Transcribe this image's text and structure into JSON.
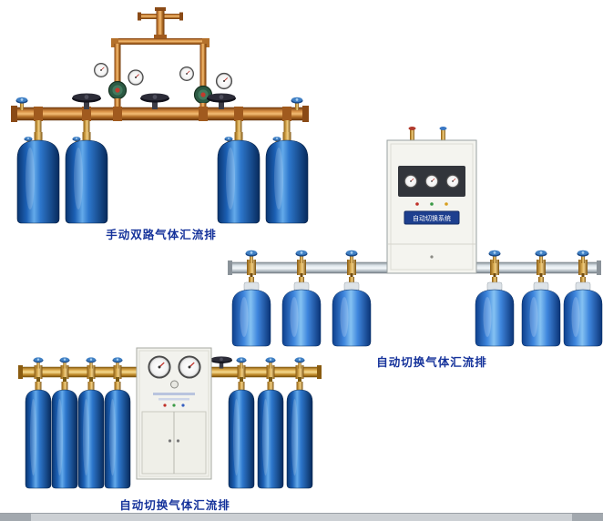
{
  "page": {
    "background": "#ffffff",
    "caption_color": "#16339b"
  },
  "products": [
    {
      "name": "manual-dual-manifold",
      "caption": "手动双路气体汇流排",
      "cylinders": 4,
      "pressure_regulators": 2,
      "valve_handwheels": 3
    },
    {
      "name": "auto-switch-manifold-wall-cabinet",
      "caption": "自动切换气体汇流排",
      "cabinet_label": "自动切换系统",
      "cylinders": 6,
      "gauges": 3
    },
    {
      "name": "auto-switch-manifold-floor-cabinet",
      "caption": "自动切换气体汇流排",
      "cylinders": 7,
      "gauges": 2
    }
  ],
  "colors": {
    "cylinder_blue": "#1c60b4",
    "copper_pipe": "#d79044",
    "silver_pipe": "#dde5ea",
    "gold_pipe": "#dfb054",
    "cabinet_white": "#f4f4ef",
    "label_plate_blue": "#1d3f8f"
  }
}
